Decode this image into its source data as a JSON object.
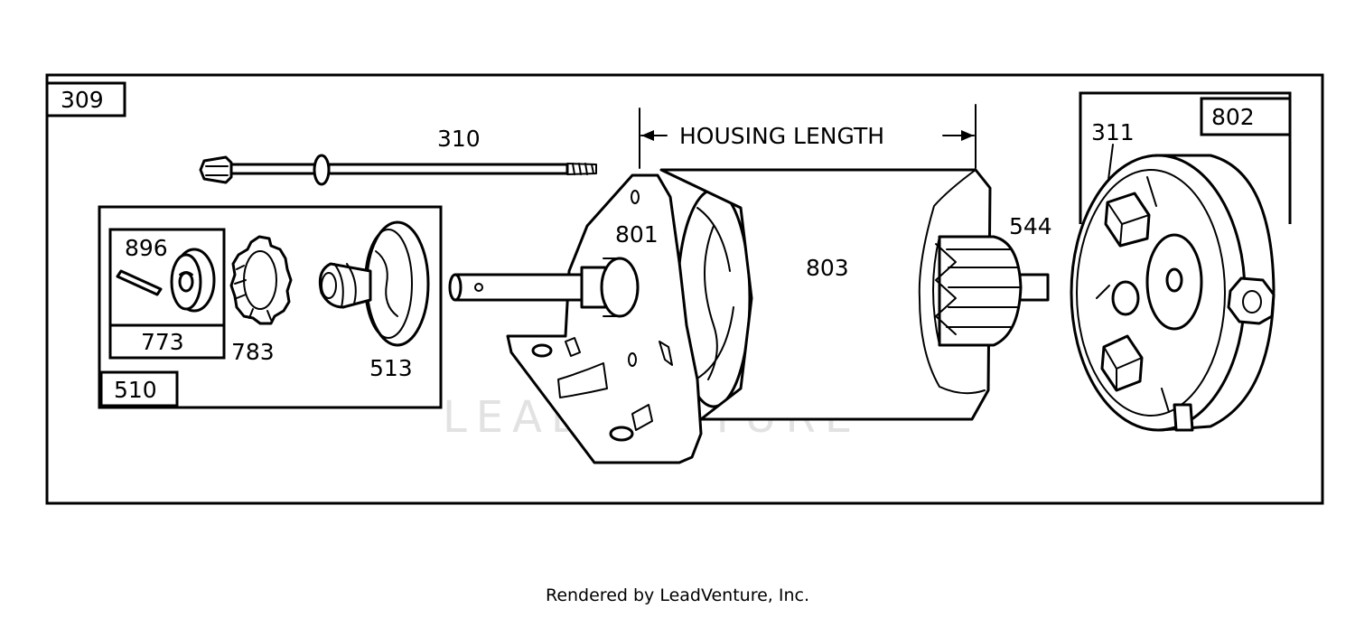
{
  "diagram": {
    "watermark": "LEADVENTURE",
    "housing_length_label": "HOUSING LENGTH",
    "callouts": {
      "p309": "309",
      "p310": "310",
      "p510": "510",
      "p896": "896",
      "p773": "773",
      "p783": "783",
      "p513": "513",
      "p801": "801",
      "p803": "803",
      "p544": "544",
      "p802": "802",
      "p311": "311"
    }
  },
  "footer": {
    "text": "Rendered by LeadVenture, Inc."
  }
}
